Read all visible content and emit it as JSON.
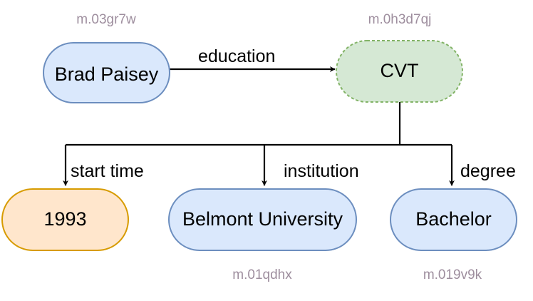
{
  "colors": {
    "blue_fill": "#dae8fc",
    "blue_stroke": "#6c8ebf",
    "green_fill": "#d5e8d4",
    "green_stroke": "#82b366",
    "orange_fill": "#ffe6cc",
    "orange_stroke": "#d79b00",
    "mid_text": "#9e8e9e",
    "edge": "#000000"
  },
  "nodes": {
    "brad_paisey": {
      "label": "Brad Paisey",
      "mid": "m.03gr7w",
      "style": "solid",
      "color": "blue"
    },
    "cvt": {
      "label": "CVT",
      "mid": "m.0h3d7qj",
      "style": "dashed",
      "color": "green"
    },
    "year_1993": {
      "label": "1993",
      "style": "solid",
      "color": "orange"
    },
    "belmont": {
      "label": "Belmont University",
      "mid": "m.01qdhx",
      "style": "solid",
      "color": "blue"
    },
    "bachelor": {
      "label": "Bachelor",
      "mid": "m.019v9k",
      "style": "solid",
      "color": "blue"
    }
  },
  "edges": {
    "education": {
      "label": "education",
      "from": "Brad Paisey",
      "to": "CVT"
    },
    "start_time": {
      "label": "start time",
      "from": "CVT",
      "to": "1993"
    },
    "institution": {
      "label": "institution",
      "from": "CVT",
      "to": "Belmont University"
    },
    "degree": {
      "label": "degree",
      "from": "CVT",
      "to": "Bachelor"
    }
  }
}
